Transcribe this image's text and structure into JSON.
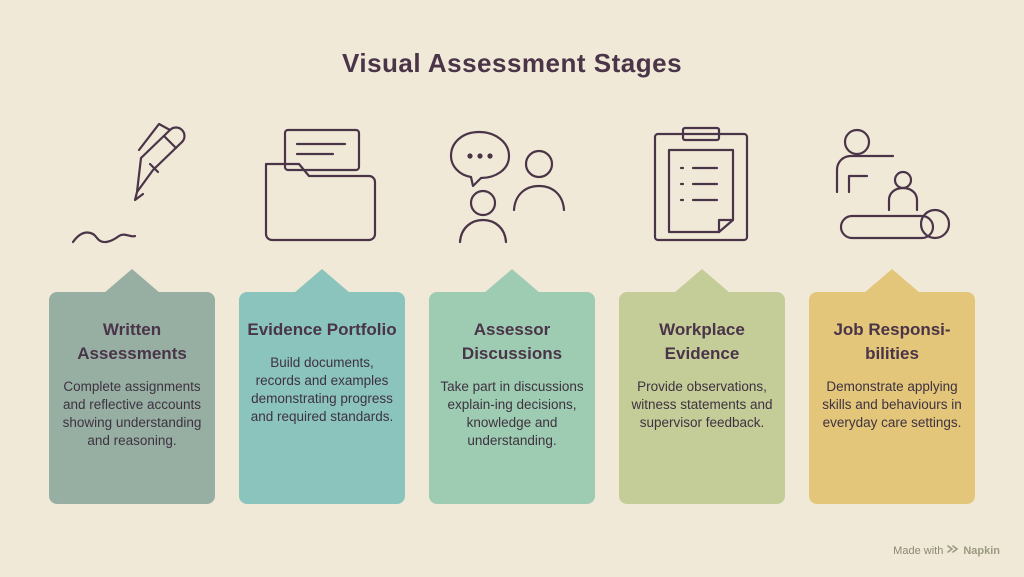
{
  "title": "Visual Assessment Stages",
  "stages": [
    {
      "title": "Written Assessments",
      "description": "Complete assignments and reflective accounts showing understanding and reasoning.",
      "icon": "pen-signature-icon",
      "color": "#97AFA3"
    },
    {
      "title": "Evidence Portfolio",
      "description": "Build documents, records and examples demonstrating progress and required standards.",
      "icon": "folder-icon",
      "color": "#8AC4BC"
    },
    {
      "title": "Assessor Discussions",
      "description": "Take part in discussions explain-ing decisions, knowledge and understanding.",
      "icon": "discussion-icon",
      "color": "#9ECCB2"
    },
    {
      "title": "Workplace Evidence",
      "description": "Provide observations, witness statements and supervisor feedback.",
      "icon": "clipboard-icon",
      "color": "#C4CC98"
    },
    {
      "title": "Job Responsi-bilities",
      "description": "Demonstrate applying skills and behaviours in everyday care settings.",
      "icon": "caregiver-icon",
      "color": "#E3C67A"
    }
  ],
  "footer": {
    "prefix": "Made with",
    "brand": "Napkin"
  }
}
